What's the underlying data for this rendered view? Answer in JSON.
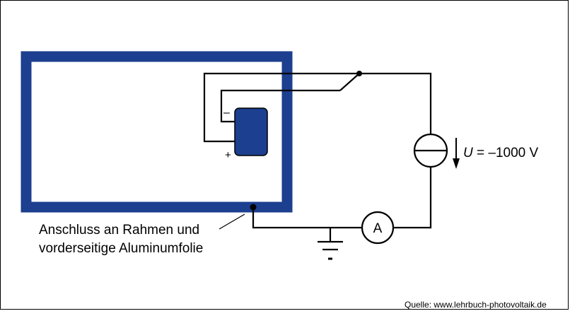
{
  "colors": {
    "frame": "#1c3f8f",
    "module": "#1c3f8f",
    "wire": "#000000",
    "background": "#ffffff"
  },
  "labels": {
    "minus_terminal": "–",
    "plus_terminal": "+",
    "voltage_symbol": "U",
    "voltage_value": " = –1000 V",
    "ammeter": "A",
    "connection_line1": "Anschluss an Rahmen und",
    "connection_line2": "vorderseitige Aluminumfolie",
    "source": "Quelle: www.lehrbuch-photovoltaik.de"
  },
  "icons": {
    "voltage_source": "voltage-source-icon",
    "ammeter": "ammeter-icon",
    "ground": "ground-icon",
    "switch": "switch-icon"
  }
}
